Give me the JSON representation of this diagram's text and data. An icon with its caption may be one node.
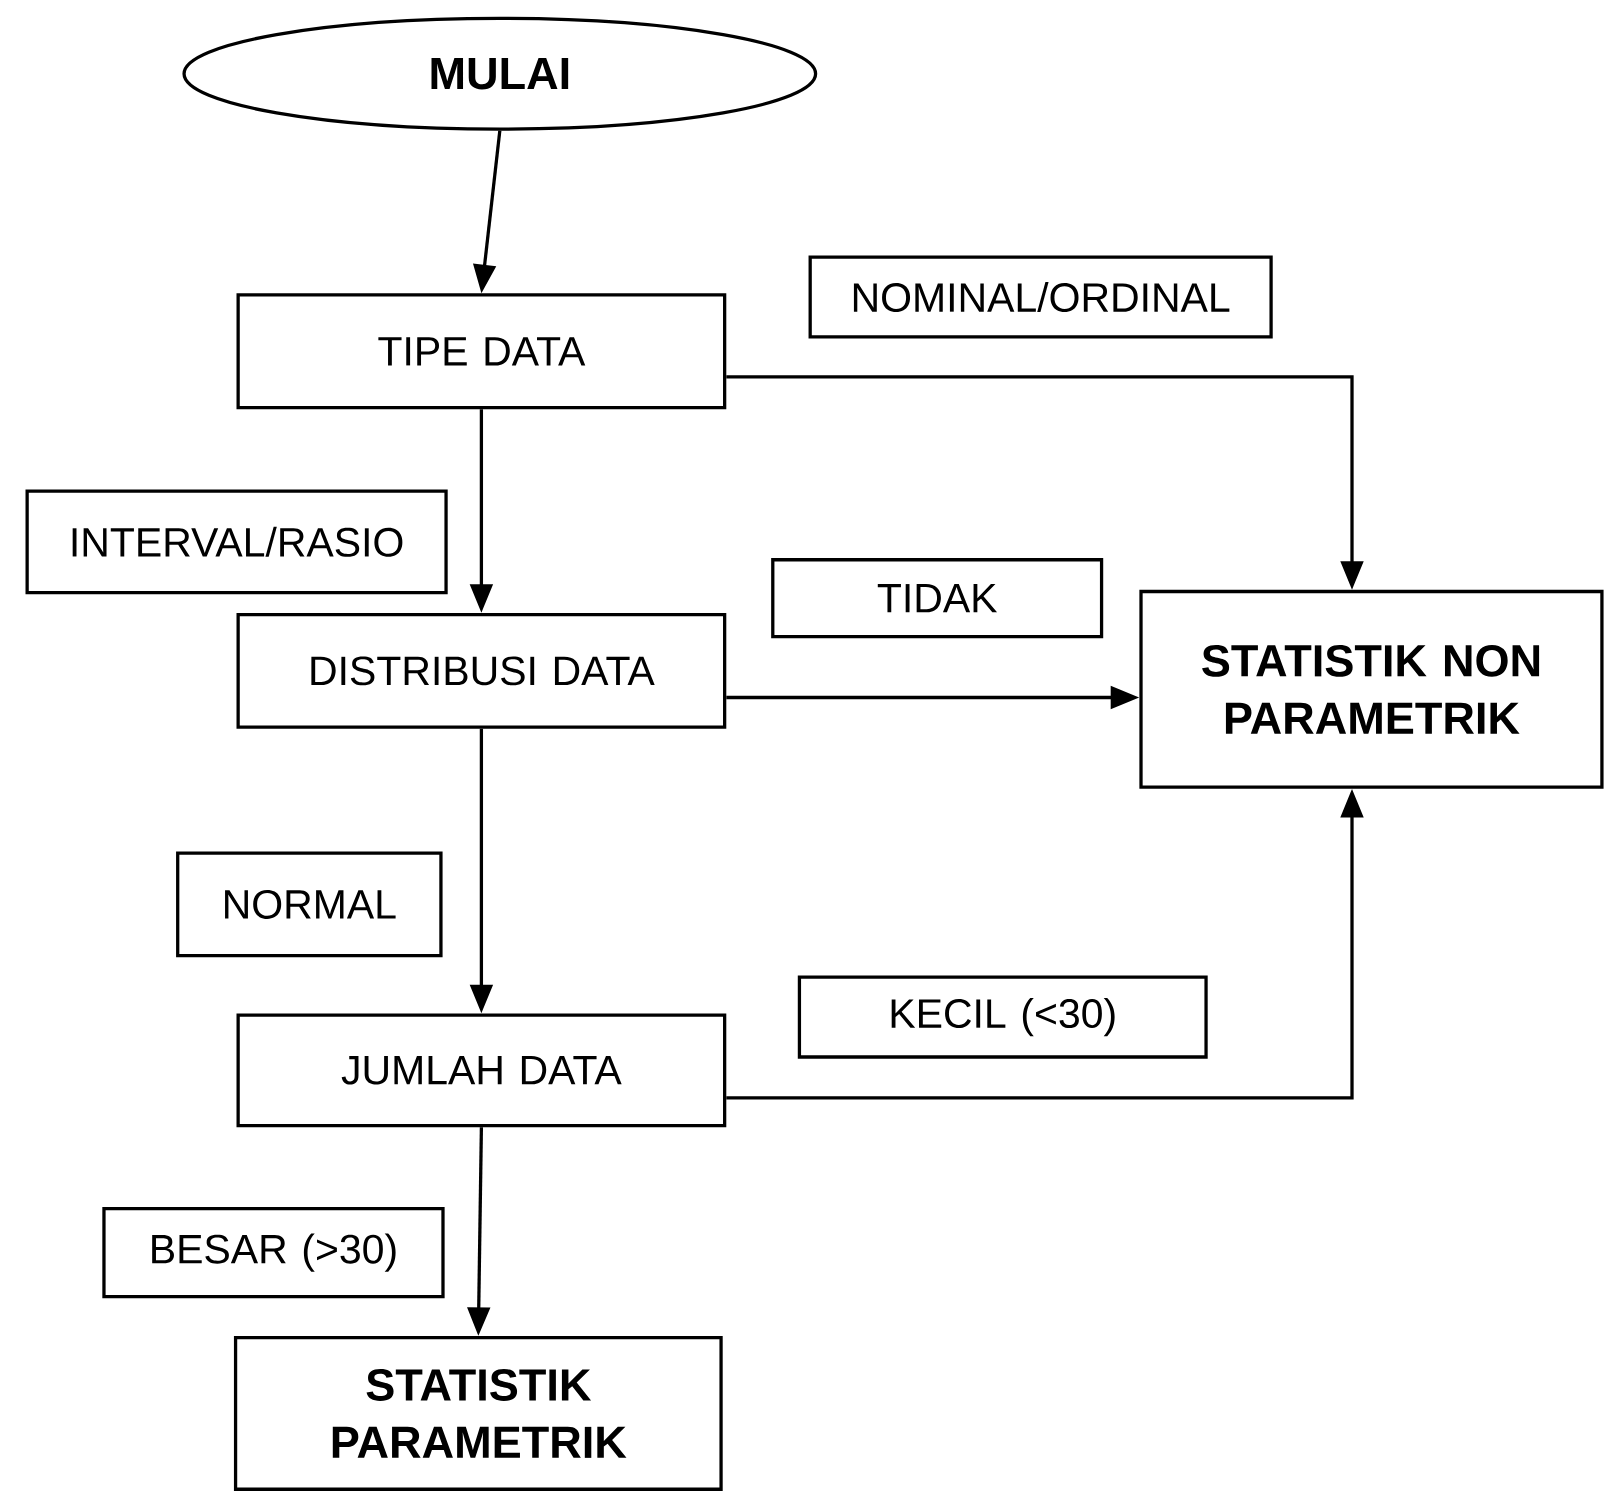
{
  "diagram": {
    "nodes": [
      {
        "text": [
          "MULAI"
        ]
      },
      {
        "text": [
          "TIPE DATA"
        ]
      },
      {
        "text": [
          "NOMINAL/ORDINAL"
        ]
      },
      {
        "text": [
          "INTERVAL/RASIO"
        ]
      },
      {
        "text": [
          "DISTRIBUSI DATA"
        ]
      },
      {
        "text": [
          "TIDAK"
        ]
      },
      {
        "text": [
          "STATISTIK NON PARAMETRIK"
        ]
      },
      {
        "text": [
          "NORMAL"
        ]
      },
      {
        "text": [
          "JUMLAH DATA"
        ]
      },
      {
        "text": [
          "KECIL (<30)"
        ]
      },
      {
        "text": [
          "BESAR (>30)"
        ]
      },
      {
        "text": [
          "STATISTIK PARAMETRIK"
        ]
      }
    ],
    "edges": [
      {
        "from": 0,
        "to": 1,
        "arrow": "to"
      },
      {
        "from": 1,
        "to": 6,
        "arrow": "to"
      },
      {
        "from": 1,
        "to": 4,
        "arrow": "to"
      },
      {
        "from": 4,
        "to": 6,
        "arrow": "to"
      },
      {
        "from": 4,
        "to": 8,
        "arrow": "to"
      },
      {
        "from": 8,
        "to": 6,
        "arrow": "to"
      },
      {
        "from": 8,
        "to": 11,
        "arrow": "to"
      }
    ]
  }
}
